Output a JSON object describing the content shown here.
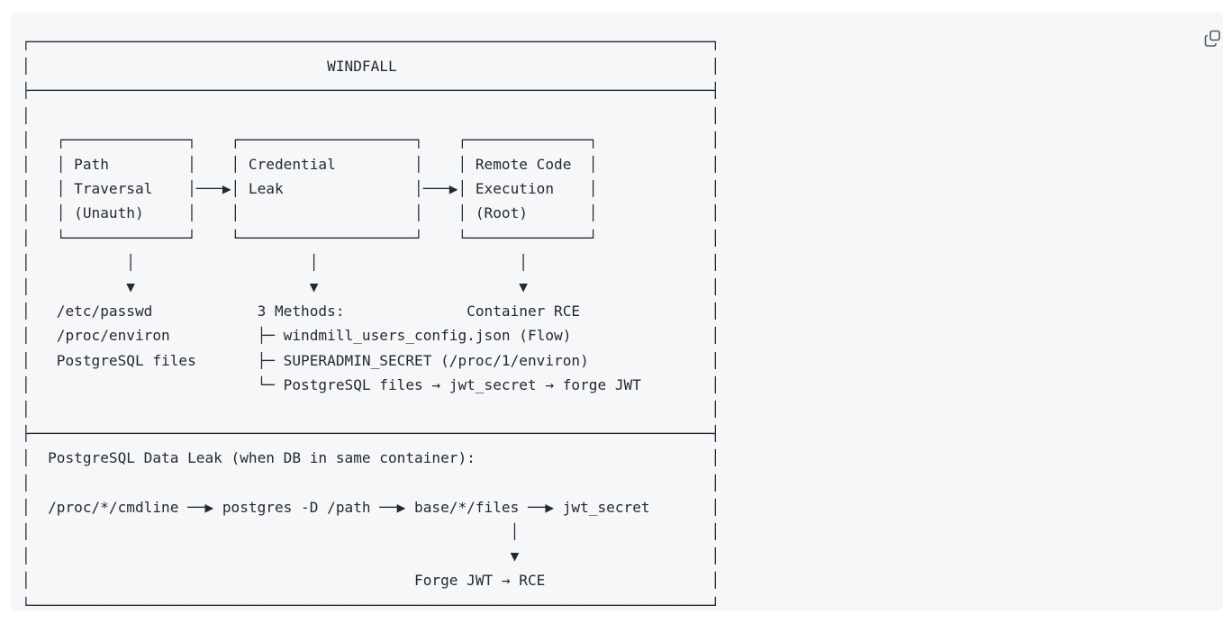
{
  "diagram": {
    "lines": [
      "┌──────────────────────────────────────────────────────────────────────────────┐",
      "│                                  WINDFALL                                    │",
      "├──────────────────────────────────────────────────────────────────────────────┤",
      "│                                                                              │",
      "│   ┌──────────────┐    ┌────────────────────┐    ┌──────────────┐             │",
      "│   │ Path         │    │ Credential         │    │ Remote Code  │             │",
      "│   │ Traversal    │───▶│ Leak               │───▶│ Execution    │             │",
      "│   │ (Unauth)     │    │                    │    │ (Root)       │             │",
      "│   └──────────────┘    └────────────────────┘    └──────────────┘             │",
      "│           │                    │                       │                     │",
      "│           ▼                    ▼                       ▼                     │",
      "│   /etc/passwd            3 Methods:              Container RCE               │",
      "│   /proc/environ          ├─ windmill_users_config.json (Flow)                │",
      "│   PostgreSQL files       ├─ SUPERADMIN_SECRET (/proc/1/environ)              │",
      "│                          └─ PostgreSQL files → jwt_secret → forge JWT        │",
      "│                                                                              │",
      "├──────────────────────────────────────────────────────────────────────────────┤",
      "│  PostgreSQL Data Leak (when DB in same container):                           │",
      "│                                                                              │",
      "│  /proc/*/cmdline ──▶ postgres -D /path ──▶ base/*/files ──▶ jwt_secret       │",
      "│                                                       │                      │",
      "│                                                       ▼                      │",
      "│                                            Forge JWT → RCE                   │",
      "└──────────────────────────────────────────────────────────────────────────────┘"
    ]
  },
  "icons": {
    "copy": "copy-icon"
  }
}
